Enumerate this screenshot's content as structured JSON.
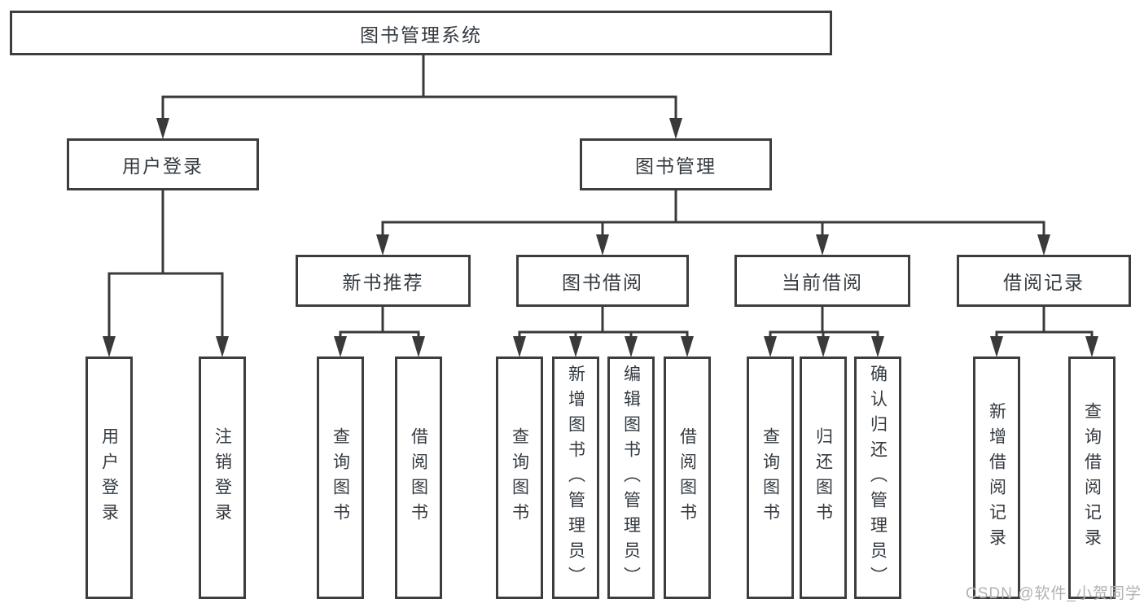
{
  "tree": {
    "label": "图书管理系统",
    "children": [
      {
        "label": "用户登录",
        "children": [
          {
            "label": "用户登录"
          },
          {
            "label": "注销登录"
          }
        ]
      },
      {
        "label": "图书管理",
        "children": [
          {
            "label": "新书推荐",
            "children": [
              {
                "label": "查询图书"
              },
              {
                "label": "借阅图书"
              }
            ]
          },
          {
            "label": "图书借阅",
            "children": [
              {
                "label": "查询图书"
              },
              {
                "label": "新增图书（管理员）"
              },
              {
                "label": "编辑图书（管理员）"
              },
              {
                "label": "借阅图书"
              }
            ]
          },
          {
            "label": "当前借阅",
            "children": [
              {
                "label": "查询图书"
              },
              {
                "label": "归还图书"
              },
              {
                "label": "确认归还（管理员）"
              }
            ]
          },
          {
            "label": "借阅记录",
            "children": [
              {
                "label": "新增借阅记录"
              },
              {
                "label": "查询借阅记录"
              }
            ]
          }
        ]
      }
    ]
  },
  "colors": {
    "line": "#3a3a3a",
    "border": "#3d3d3d",
    "text": "#333a40",
    "watermark": "#b2b2b2",
    "background": "#ffffff"
  },
  "watermark": {
    "text": "CSDN @软件_小贺同学"
  }
}
